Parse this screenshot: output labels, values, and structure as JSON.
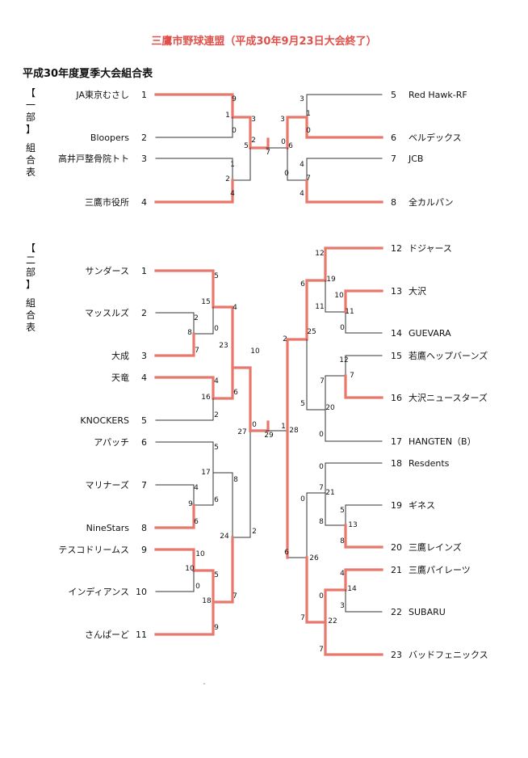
{
  "title": "三鷹市野球連盟（平成30年9月23日大会終了）",
  "subtitle": "平成30年度夏季大会組合表",
  "division1": {
    "label": [
      "【",
      "一",
      "部",
      "】",
      "",
      "組",
      "合",
      "表"
    ],
    "left_teams": [
      {
        "num": "1",
        "name": "JA東京むさし"
      },
      {
        "num": "2",
        "name": "Bloopers"
      },
      {
        "num": "3",
        "name": "高井戸整骨院トト"
      },
      {
        "num": "4",
        "name": "三鷹市役所"
      }
    ],
    "right_teams": [
      {
        "num": "5",
        "name": "Red  Hawk-RF"
      },
      {
        "num": "6",
        "name": "ベルデックス"
      },
      {
        "num": "7",
        "name": "JCB"
      },
      {
        "num": "8",
        "name": "全カルパン"
      }
    ],
    "scores": [
      "9",
      "1",
      "0",
      "2",
      "1",
      "4",
      "3",
      "2",
      "5",
      "7",
      "0",
      "3",
      "1",
      "3",
      "0",
      "4",
      "7",
      "4",
      "6",
      "0"
    ]
  },
  "division2": {
    "label": [
      "【",
      "二",
      "部",
      "】",
      "",
      "組",
      "合",
      "表"
    ],
    "left_teams": [
      {
        "num": "1",
        "name": "サンダース"
      },
      {
        "num": "2",
        "name": "マッスルズ"
      },
      {
        "num": "3",
        "name": "大成"
      },
      {
        "num": "4",
        "name": "天竜"
      },
      {
        "num": "5",
        "name": "KNOCKERS"
      },
      {
        "num": "6",
        "name": "アパッチ"
      },
      {
        "num": "7",
        "name": "マリナーズ"
      },
      {
        "num": "8",
        "name": "NineStars"
      },
      {
        "num": "9",
        "name": "テスコドリームス"
      },
      {
        "num": "10",
        "name": "インディアンス"
      },
      {
        "num": "11",
        "name": "さんぱーど"
      }
    ],
    "right_teams": [
      {
        "num": "12",
        "name": "ドジャース"
      },
      {
        "num": "13",
        "name": "大沢"
      },
      {
        "num": "14",
        "name": "GUEVARA"
      },
      {
        "num": "15",
        "name": "若鷹ヘップバーンズ"
      },
      {
        "num": "16",
        "name": "大沢ニュースターズ"
      },
      {
        "num": "17",
        "name": "HANGTEN（B）"
      },
      {
        "num": "18",
        "name": "Resdents"
      },
      {
        "num": "19",
        "name": "ギネス"
      },
      {
        "num": "20",
        "name": "三鷹レインズ"
      },
      {
        "num": "21",
        "name": "三鷹パイレーツ"
      },
      {
        "num": "22",
        "name": "SUBARU"
      },
      {
        "num": "23",
        "name": "バッドフェニックス"
      }
    ],
    "scores": [
      "5",
      "15",
      "4",
      "2",
      "8",
      "0",
      "7",
      "23",
      "10",
      "4",
      "16",
      "6",
      "2",
      "5",
      "17",
      "8",
      "4",
      "9",
      "6",
      "6",
      "24",
      "2",
      "10",
      "10",
      "5",
      "0",
      "18",
      "7",
      "9",
      "27",
      "0",
      "29",
      "1",
      "28",
      "12",
      "19",
      "10",
      "11",
      "11",
      "0",
      "6",
      "2",
      "25",
      "5",
      "0",
      "12",
      "7",
      "7",
      "20",
      "0",
      "7",
      "21",
      "0",
      "5",
      "8",
      "13",
      "8",
      "6",
      "26",
      "4",
      "14",
      "0",
      "3",
      "7",
      "22",
      "7"
    ]
  },
  "colors": {
    "winner": "#e8786c",
    "loser": "#333333",
    "title": "#e0504a"
  }
}
